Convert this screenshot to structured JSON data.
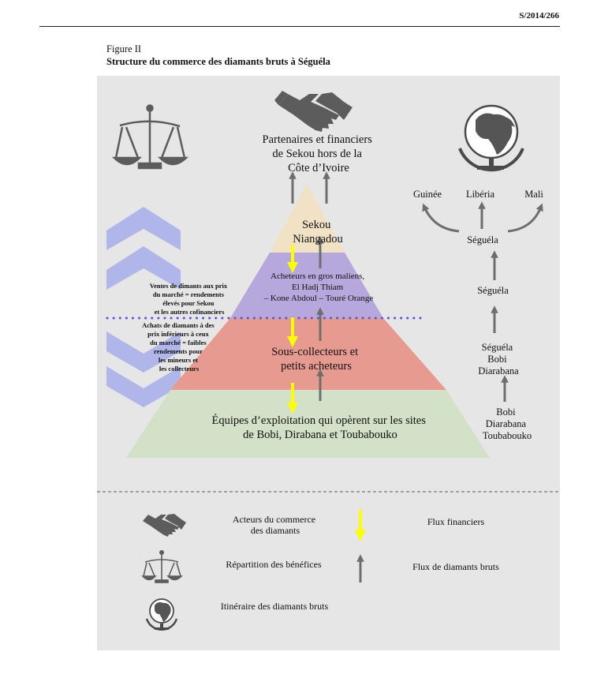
{
  "document": {
    "ref": "S/2014/266",
    "figure_label": "Figure II",
    "figure_title": "Structure du commerce des diamants bruts à Séguéla"
  },
  "pyramid": {
    "top_partners": [
      "Partenaires et financiers",
      "de Sekou hors de la",
      "Côte d’Ivoire"
    ],
    "level1": [
      "Sekou",
      "Niangadou"
    ],
    "level2": [
      "Acheteurs en gros maliens,",
      "El Hadj Thiam",
      "– Kone Abdoul – Touré Orange"
    ],
    "level3": [
      "Sous-collecteurs et",
      "petits acheteurs"
    ],
    "level4": [
      "Équipes d’exploitation qui opèrent sur les sites",
      "de Bobi, Dirabana et Toubabouko"
    ]
  },
  "side_notes": {
    "upper": [
      "Ventes de dimants aux prix",
      "du marché = rendements",
      "élevés pour Sekou",
      "et les autres cofinanciers"
    ],
    "lower": [
      "Achats de diamants à des",
      "prix inférieurs à ceux",
      "du marché = faibles",
      "rendements pour",
      "les mineurs et",
      "les collecteurs"
    ]
  },
  "route": {
    "destinations": [
      "Guinée",
      "Libéria",
      "Mali"
    ],
    "hub": "Séguéla",
    "step2": "Séguéla",
    "step3": [
      "Séguéla",
      "Bobi",
      "Diarabana"
    ],
    "step4": [
      "Bobi",
      "Diarabana",
      "Toubabouko"
    ]
  },
  "legend": {
    "actors": [
      "Acteurs du commerce",
      "des diamants"
    ],
    "financial_flow": "Flux financiers",
    "profits": "Répartition des bénéfices",
    "diamond_flow": "Flux de diamants bruts",
    "itinerary": "Itinéraire des diamants bruts"
  },
  "colors": {
    "panel_bg": "#e6e6e6",
    "level1": "#f1e2c5",
    "level2": "#b6a8dc",
    "level3": "#e79b90",
    "level4": "#d2e1c7",
    "financial_arrow": "#ffff00",
    "diamond_arrow": "#6e6e6e",
    "chevrons": "#b0b6ea",
    "dotted_line": "#5555dd"
  },
  "icons": [
    "handshake-icon",
    "scales-icon",
    "globe-icon"
  ]
}
